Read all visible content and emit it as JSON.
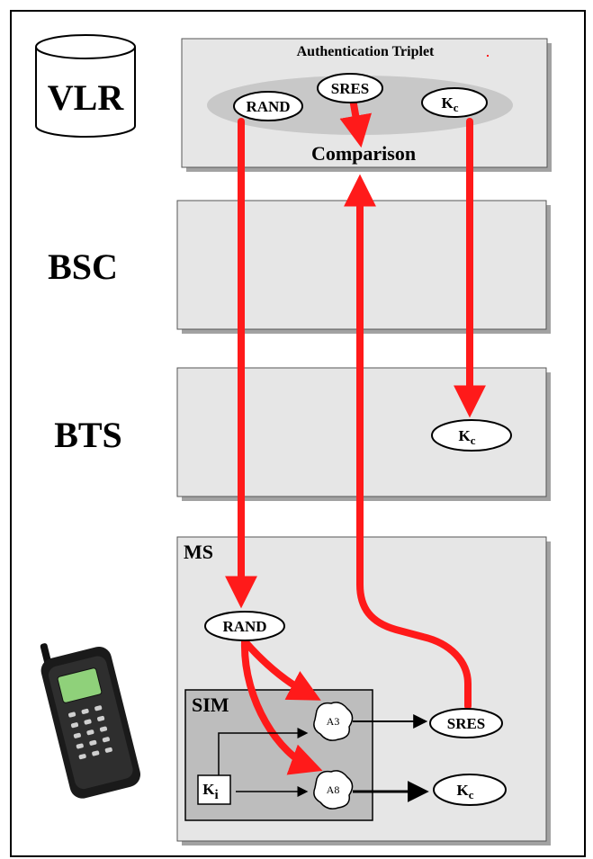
{
  "entities": {
    "vlr": "VLR",
    "bsc": "BSC",
    "bts": "BTS"
  },
  "vlr_panel": {
    "title": "Authentication Triplet",
    "rand": "RAND",
    "sres": "SRES",
    "kc_main": "K",
    "kc_sub": "c",
    "comparison": "Comparison"
  },
  "bts_panel": {
    "kc_main": "K",
    "kc_sub": "c"
  },
  "ms_panel": {
    "title": "MS",
    "rand": "RAND",
    "sim": {
      "title": "SIM",
      "a3": "A3",
      "a8": "A8",
      "ki_main": "K",
      "ki_sub": "i"
    },
    "sres": "SRES",
    "kc_main": "K",
    "kc_sub": "c"
  },
  "colors": {
    "signal": "#ff1a1a",
    "panel_fill": "#e6e6e6",
    "sim_fill": "#bdbdbd",
    "ellipse_band": "#c8c8c8"
  },
  "icons": [
    "database-cylinder-icon",
    "mobile-phone-icon"
  ]
}
